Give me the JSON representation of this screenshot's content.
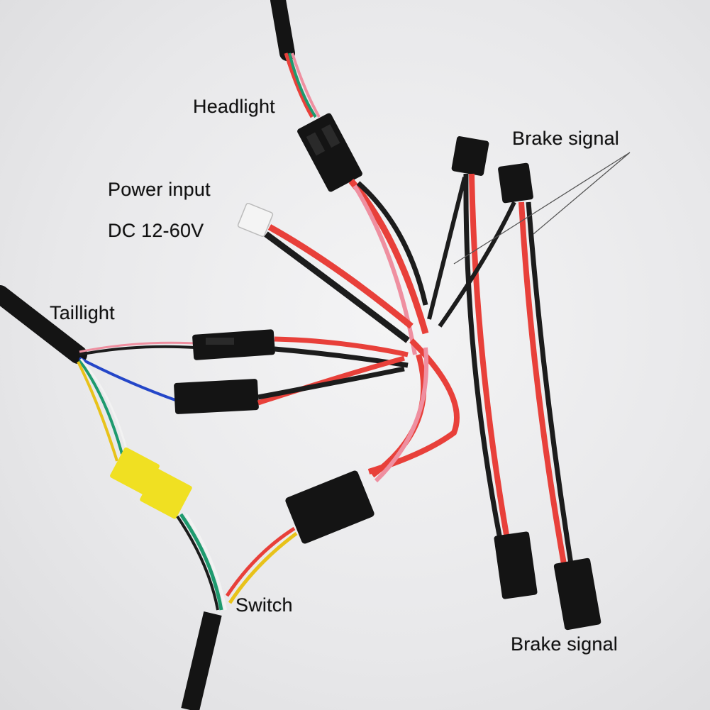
{
  "labels": {
    "headlight": "Headlight",
    "power_input": "Power input",
    "power_voltage": "DC 12-60V",
    "taillight": "Taillight",
    "brake_signal_top": "Brake signal",
    "switch": "Switch",
    "brake_signal_bottom": "Brake signal"
  },
  "colors": {
    "red_wire": "#e8403a",
    "black_wire": "#1c1c1c",
    "pink_wire": "#ef8fa0",
    "green_wire": "#1e9a6e",
    "blue_wire": "#2446c8",
    "yellow_wire": "#e8c21a",
    "connector_black": "#141414",
    "connector_yellow": "#f0e022",
    "connector_white": "#f2f2f2"
  }
}
